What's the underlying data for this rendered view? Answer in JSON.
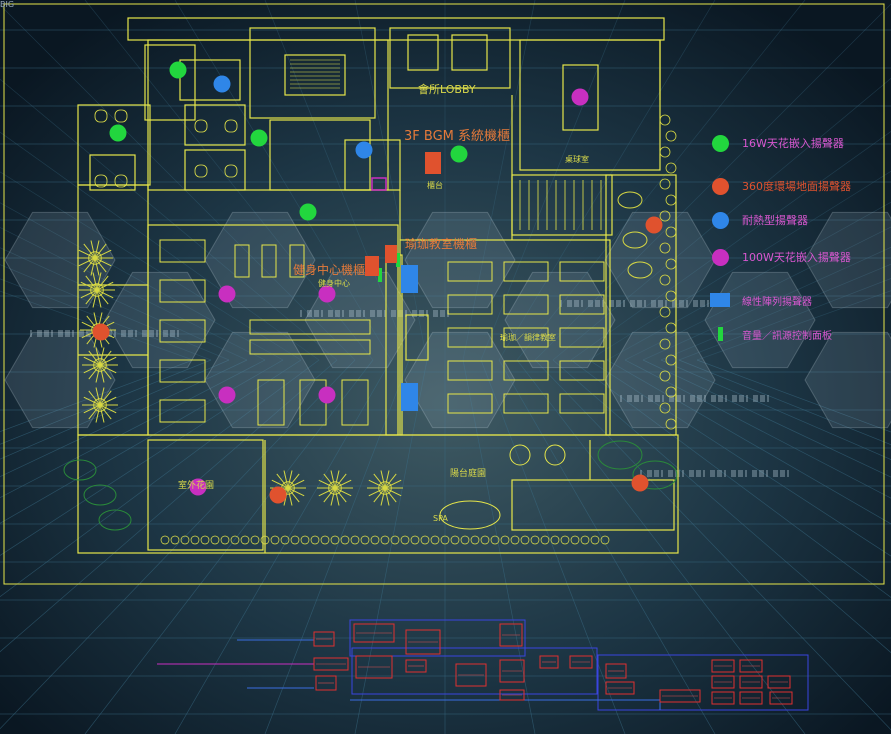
{
  "title_mark": "BIG",
  "colors": {
    "wall": "#e6e64a",
    "grid": "#3a6d86",
    "green": "#22d63e",
    "orange": "#e0522e",
    "blue": "#2f86e8",
    "magenta": "#c82fc0",
    "legend_text_magenta": "#d957d0",
    "legend_text_orange": "#e0522e",
    "label_orange": "#e57a3a",
    "label_magenta": "#d14bd1"
  },
  "legend": [
    {
      "symbol": "green-dot",
      "label": "16W天花嵌入揚聲器"
    },
    {
      "symbol": "orange-dot",
      "label": "360度環場地面揚聲器"
    },
    {
      "symbol": "blue-dot",
      "label": "耐熱型揚聲器"
    },
    {
      "symbol": "magenta-dot",
      "label": "100W天花嵌入揚聲器"
    },
    {
      "symbol": "blue-bar",
      "label": "線性陣列揚聲器"
    },
    {
      "symbol": "green-bar",
      "label": "音量／訊源控制面板"
    }
  ],
  "plan_labels": {
    "lobby": "會所LOBBY",
    "bgm_rack": "3F BGM 系統機櫃",
    "classroom_rack": "瑜珈教室機櫃",
    "fitness_rack": "健身中心機櫃",
    "fitness_center": "健身中心",
    "counter": "櫃台",
    "table_tennis": "桌球室",
    "yoga": "瑜珈／韻律教室",
    "terrace": "陽台庭園",
    "pool": "SPA",
    "outdoor": "室外花園"
  }
}
